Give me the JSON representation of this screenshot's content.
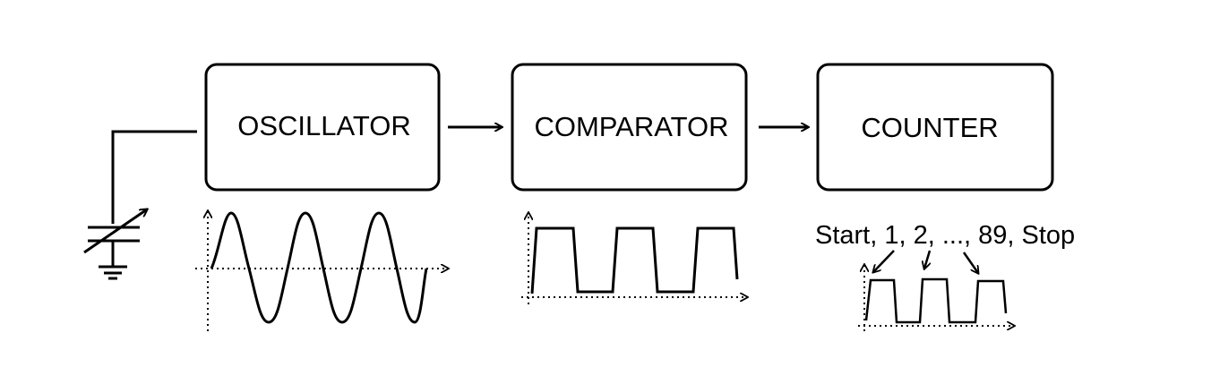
{
  "blocks": {
    "oscillator": {
      "label": "OSCILLATOR"
    },
    "comparator": {
      "label": "COMPARATOR"
    },
    "counter": {
      "label": "COUNTER"
    }
  },
  "counter_sequence": "Start, 1, 2, ..., 89, Stop"
}
